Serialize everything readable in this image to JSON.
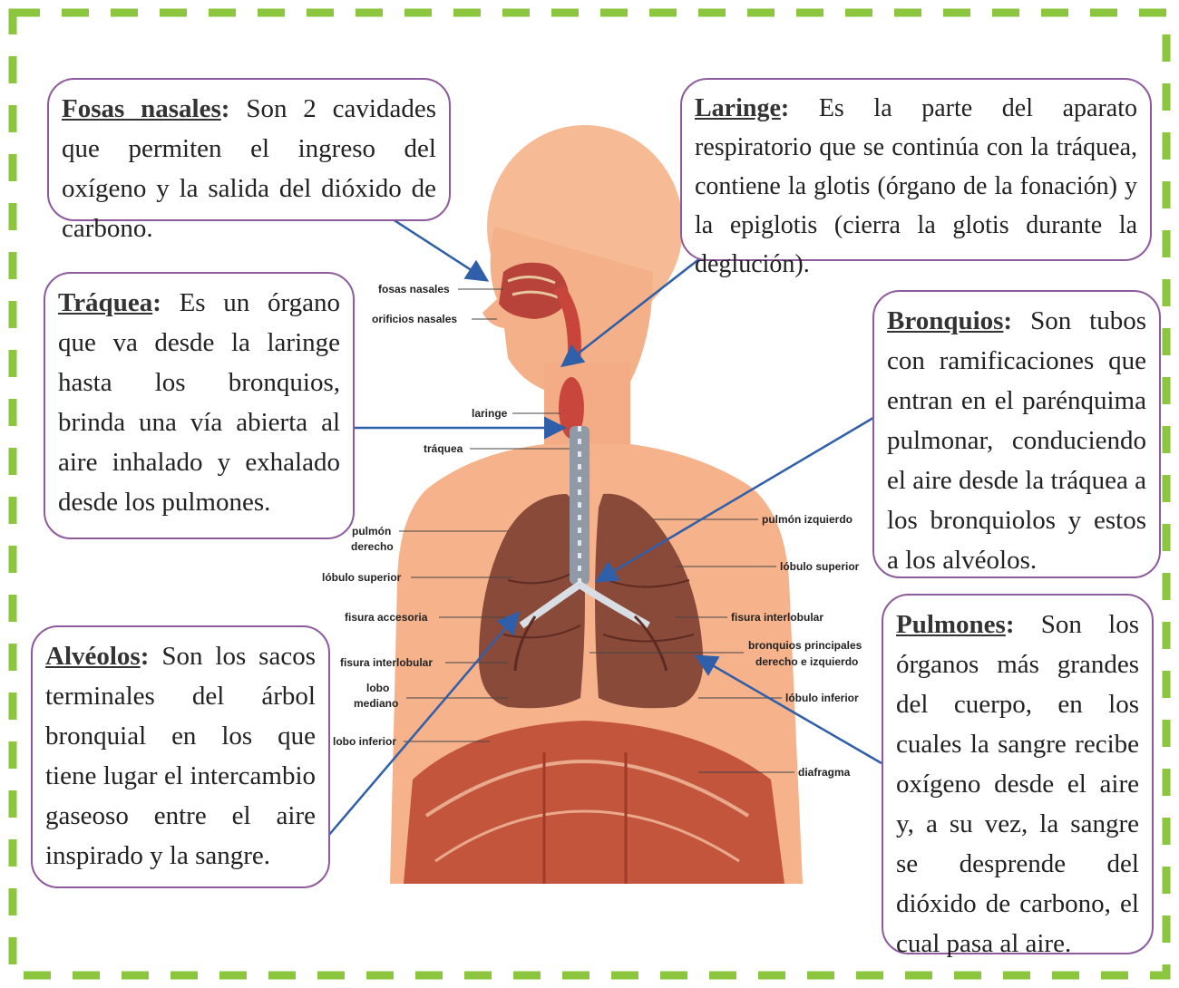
{
  "colors": {
    "frame_dash": "#8cc63f",
    "box_border": "#8e5a9e",
    "arrow": "#2f5fa8",
    "skin": "#f5b28b",
    "lung": "#8a4a3a"
  },
  "boxes": {
    "fosas": {
      "term": "Fosas nasales",
      "text": "Son 2 cavidades que permiten el ingreso del oxígeno y la salida del dióxido de carbono."
    },
    "laringe": {
      "term": "Laringe",
      "text": "Es la parte del aparato respiratorio que se continúa con la tráquea, contiene la glotis (órgano de la fonación) y la epiglotis (cierra la glotis durante la deglución)."
    },
    "traquea": {
      "term": "Tráquea",
      "text": "Es un órgano que va desde la laringe hasta los bronquios, brinda una vía abierta al aire inhalado y exhalado desde los pulmones."
    },
    "bronquios": {
      "term": "Bronquios",
      "text": "Son tubos con ramificaciones que entran en el parénquima pulmonar, conduciendo el aire desde la tráquea a los bronquiolos y estos a los alvéolos."
    },
    "alveolos": {
      "term": "Alvéolos",
      "text": "Son los sacos terminales del árbol bronquial en los que tiene lugar el intercambio gaseoso entre el aire inspirado y la sangre."
    },
    "pulmones": {
      "term": "Pulmones",
      "text": "Son los órganos más grandes del cuerpo, en los cuales la sangre recibe oxígeno desde el aire y, a su vez, la sangre se desprende del dióxido de carbono, el cual pasa al aire."
    }
  },
  "labels": {
    "fosas_nasales": "fosas nasales",
    "orificios_nasales": "orificios nasales",
    "laringe": "laringe",
    "traquea": "tráquea",
    "pulmon_derecho_1": "pulmón",
    "pulmon_derecho_2": "derecho",
    "lobulo_superior_l": "lóbulo superior",
    "fisura_accesoria": "fisura accesoria",
    "fisura_interlobular_l": "fisura interlobular",
    "lobo_mediano_1": "lobo",
    "lobo_mediano_2": "mediano",
    "lobo_inferior": "lobo inferior",
    "pulmon_izquierdo": "pulmón izquierdo",
    "lobulo_superior_r": "lóbulo superior",
    "fisura_interlobular_r": "fisura interlobular",
    "bronquios_principales_1": "bronquios principales",
    "bronquios_principales_2": "derecho e izquierdo",
    "lobulo_inferior": "lóbulo inferior",
    "diafragma": "diafragma"
  }
}
